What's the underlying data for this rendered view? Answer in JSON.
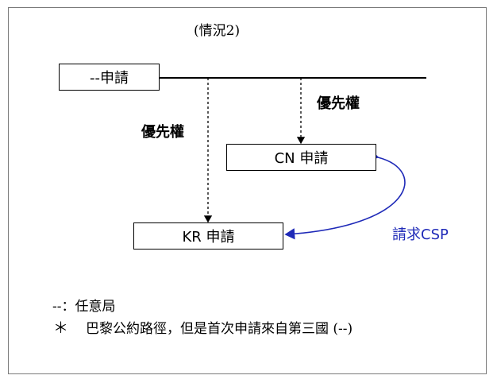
{
  "diagram": {
    "title": "(情況2)",
    "nodes": {
      "origin": "--申請",
      "cn": "CN 申請",
      "kr": "KR 申請"
    },
    "edges": {
      "priority_cn": "優先權",
      "priority_kr": "優先權",
      "csp_request": "請求CSP"
    },
    "notes": {
      "line1": "--：任意局",
      "line2_mark": "＊",
      "line2": "巴黎公約路徑，但是首次申請來自第三國 (--)"
    },
    "colors": {
      "line": "#000000",
      "csp_arrow": "#1f2ab8",
      "csp_text": "#1f2ab8",
      "frame": "#7a7a7a"
    }
  }
}
